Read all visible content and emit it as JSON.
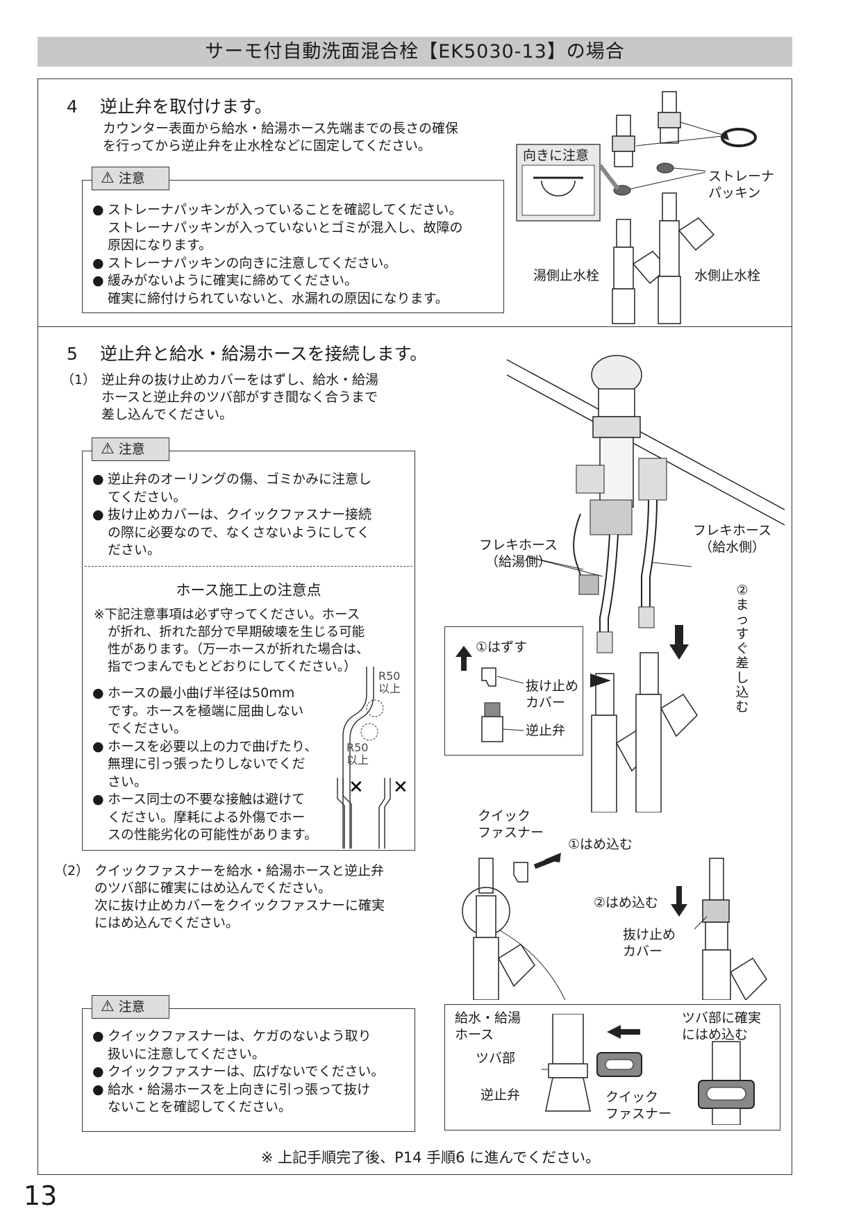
{
  "header": {
    "title": "サーモ付自動洗面混合栓【EK5030-13】の場合"
  },
  "step4": {
    "number": "4",
    "title": "逆止弁を取付けます。",
    "body": "カウンター表面から給水・給湯ホース先端までの長さの確保\nを行ってから逆止弁を止水栓などに固定してください。",
    "caution": {
      "label": "注意",
      "items": [
        {
          "text": "ストレーナパッキンが入っていることを確認してください。",
          "sub": "ストレーナパッキンが入っていないとゴミが混入し、故障の\n原因になります。"
        },
        {
          "text": "ストレーナパッキンの向きに注意してください。",
          "sub": ""
        },
        {
          "text": "緩みがないように確実に締めてください。",
          "sub": "確実に締付けられていないと、水漏れの原因になります。"
        }
      ]
    },
    "figure": {
      "direction_note": "向きに注意",
      "strainer_label": "ストレーナ\nパッキン",
      "hot_valve_label": "湯側止水栓",
      "cold_valve_label": "水側止水栓"
    }
  },
  "step5": {
    "number": "5",
    "title": "逆止弁と給水・給湯ホースを接続します。",
    "sub1": {
      "marker": "（1）",
      "text": "逆止弁の抜け止めカバーをはずし、給水・給湯\nホースと逆止弁のツバ部がすき間なく合うまで\n差し込んでください。"
    },
    "caution1": {
      "label": "注意",
      "items": [
        {
          "text": "逆止弁のオーリングの傷、ゴミかみに注意し\nてください。"
        },
        {
          "text": "抜け止めカバーは、クイックファスナー接続\nの際に必要なので、なくさないようにしてく\nださい。"
        }
      ],
      "hose_title": "ホース施工上の注意点",
      "hose_note": "※下記注意事項は必ず守ってください。ホース\nが折れ、折れた部分で早期破壊を生じる可能\n性があります。（万一ホースが折れた場合は、\n指でつまんでもとどおりにしてください。）",
      "hose_items": [
        {
          "text": "ホースの最小曲げ半径は50mm\nです。ホースを極端に屈曲しない\nでください。"
        },
        {
          "text": "ホースを必要以上の力で曲げたり、\n無理に引っ張ったりしないでくだ\nさい。"
        },
        {
          "text": "ホース同士の不要な接触は避けて\nください。摩耗による外傷でホー\nスの性能劣化の可能性があります。"
        }
      ],
      "r50_label": "R50\n以上"
    },
    "figure_main": {
      "flex_hot": "フレキホース\n（給湯側）",
      "flex_cold": "フレキホース\n（給水側）",
      "insert_straight": "②\nまっすぐ\n差し込む",
      "remove": "①はずす",
      "stopper_cover": "抜け止め\nカバー",
      "check_valve": "逆止弁"
    },
    "sub2": {
      "marker": "（2）",
      "text": "クイックファスナーを給水・給湯ホースと逆止弁\nのツバ部に確実にはめ込んでください。\n次に抜け止めカバーをクイックファスナーに確実\nにはめ込んでください。"
    },
    "figure_fastener": {
      "quick_fastener": "クイック\nファスナー",
      "snap_in_1": "①はめ込む",
      "snap_in_2": "②はめ込む",
      "stopper_cover": "抜け止め\nカバー"
    },
    "figure_detail": {
      "hose": "給水・給湯\nホース",
      "flange": "ツバ部",
      "check_valve": "逆止弁",
      "quick_fastener": "クイック\nファスナー",
      "snap_flange": "ツバ部に確実\nにはめ込む"
    },
    "caution2": {
      "label": "注意",
      "items": [
        {
          "text": "クイックファスナーは、ケガのないよう取り\n扱いに注意してください。"
        },
        {
          "text": "クイックファスナーは、広げないでください。"
        },
        {
          "text": "給水・給湯ホースを上向きに引っ張って抜け\nないことを確認してください。"
        }
      ]
    }
  },
  "footer": {
    "note": "※ 上記手順完了後、P14 手順6 に進んでください。",
    "page_number": "13"
  },
  "bullet": "●",
  "warning_icon": "warning-triangle-icon"
}
